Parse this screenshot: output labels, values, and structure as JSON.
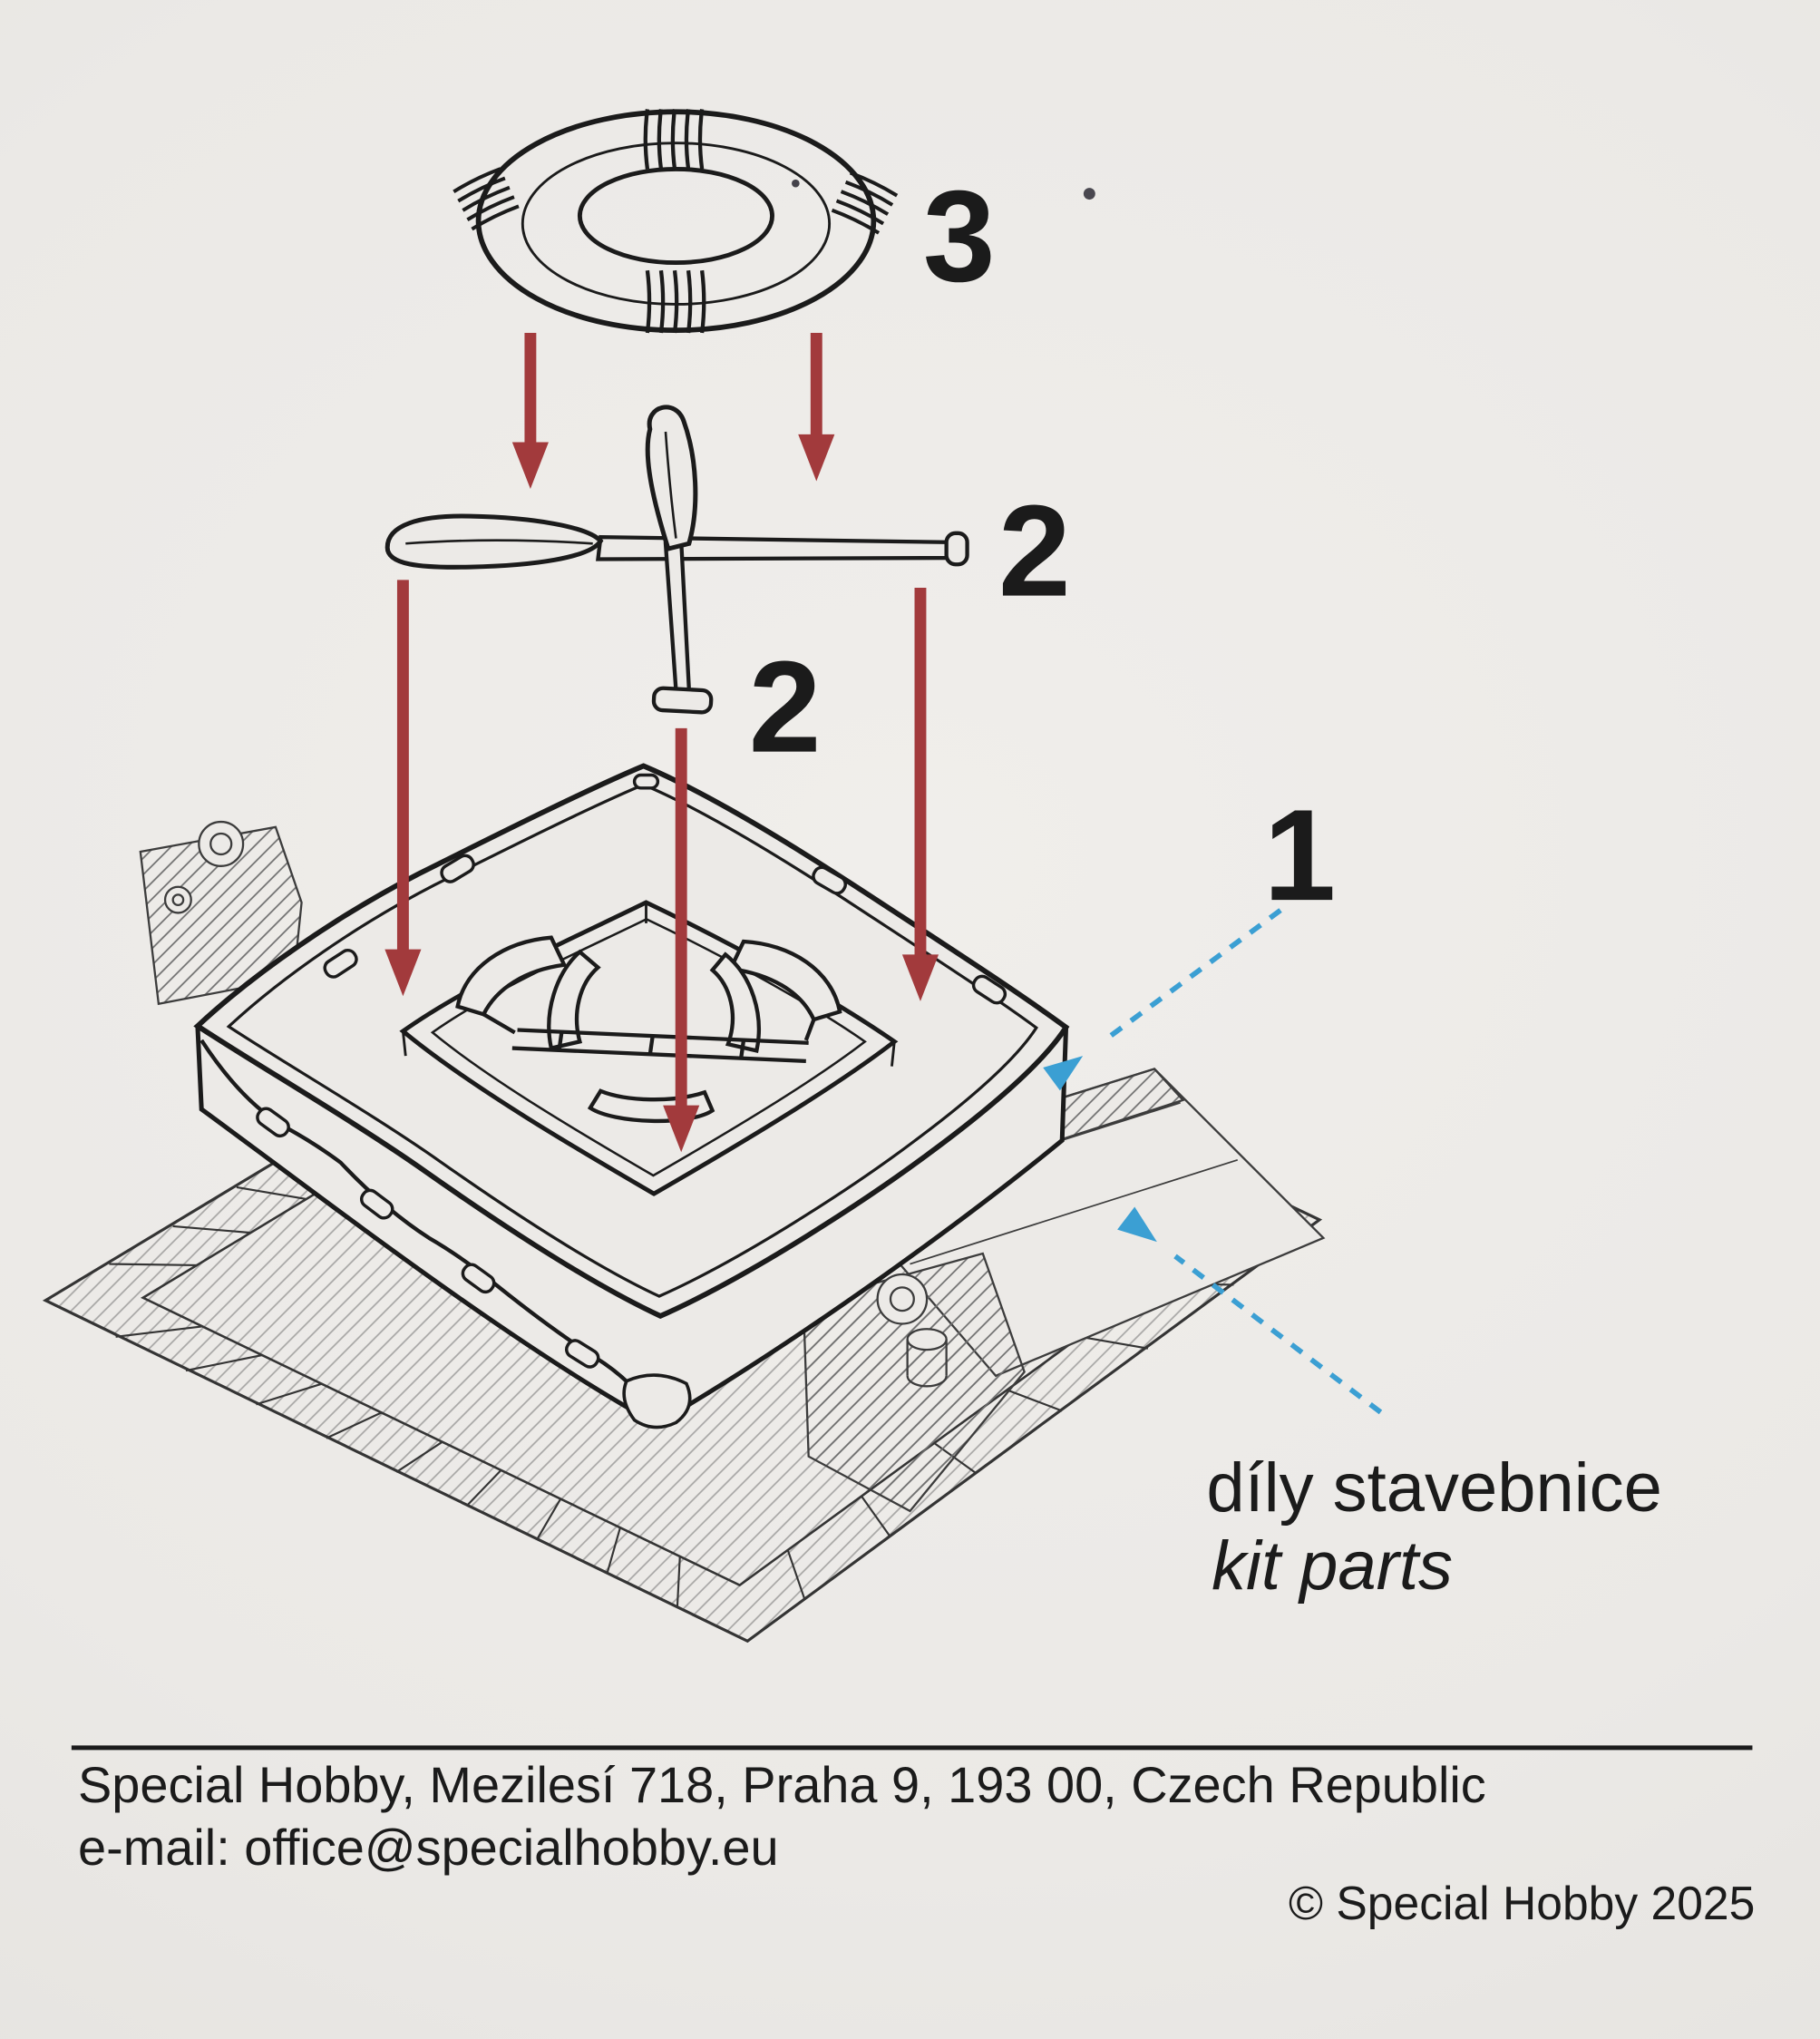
{
  "sheet": {
    "colors": {
      "paper": "#ECEAE7",
      "ink": "#1B1B1B",
      "red_arrow": "#A23A3C",
      "blue_arrow": "#3B9FD3"
    },
    "parts": [
      {
        "number": "3"
      },
      {
        "number": "2"
      },
      {
        "number": "2"
      },
      {
        "number": "1"
      }
    ],
    "callout": {
      "czech": "díly stavebnice",
      "english": "kit parts"
    },
    "footer": {
      "address": "Special Hobby, Mezilesí 718, Praha 9, 193 00, Czech Republic",
      "email": "e-mail: office@specialhobby.eu",
      "copyright": "© Special Hobby 2025"
    }
  }
}
